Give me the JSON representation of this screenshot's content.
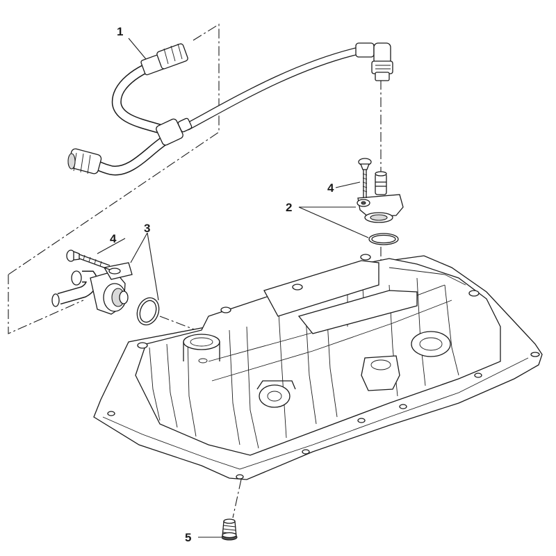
{
  "callouts": {
    "c1": "1",
    "c2": "2",
    "c3": "3",
    "c4a": "4",
    "c4b": "4",
    "c5": "5"
  },
  "colors": {
    "line": "#1a1a1a",
    "fill": "#ffffff",
    "shade": "#d9d9d9"
  }
}
